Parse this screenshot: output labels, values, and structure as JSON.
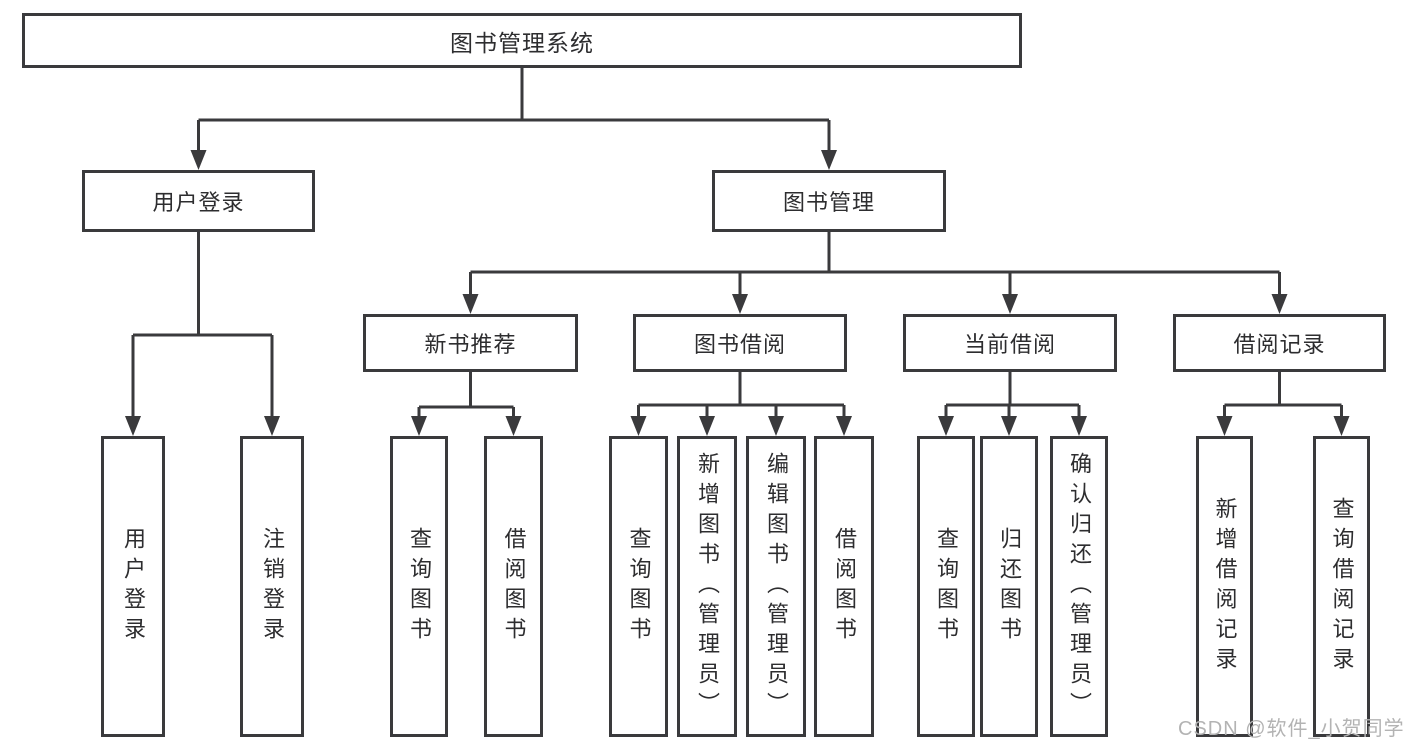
{
  "diagram": {
    "root": {
      "label": "图书管理系统"
    },
    "branches": [
      {
        "label": "用户登录",
        "children": [
          {
            "label": "用户登录"
          },
          {
            "label": "注销登录"
          }
        ]
      },
      {
        "label": "图书管理",
        "children": [
          {
            "label": "新书推荐",
            "children": [
              {
                "label": "查询图书"
              },
              {
                "label": "借阅图书"
              }
            ]
          },
          {
            "label": "图书借阅",
            "children": [
              {
                "label": "查询图书"
              },
              {
                "label": "新增图书（管理员）"
              },
              {
                "label": "编辑图书（管理员）"
              },
              {
                "label": "借阅图书"
              }
            ]
          },
          {
            "label": "当前借阅",
            "children": [
              {
                "label": "查询图书"
              },
              {
                "label": "归还图书"
              },
              {
                "label": "确认归还（管理员）"
              }
            ]
          },
          {
            "label": "借阅记录",
            "children": [
              {
                "label": "新增借阅记录"
              },
              {
                "label": "查询借阅记录"
              }
            ]
          }
        ]
      }
    ]
  },
  "watermark": "CSDN @软件_小贺同学",
  "colors": {
    "line": "#3a3a3c",
    "text": "#2d2d2f",
    "watermark": "#b3b3b3",
    "background": "#ffffff"
  }
}
